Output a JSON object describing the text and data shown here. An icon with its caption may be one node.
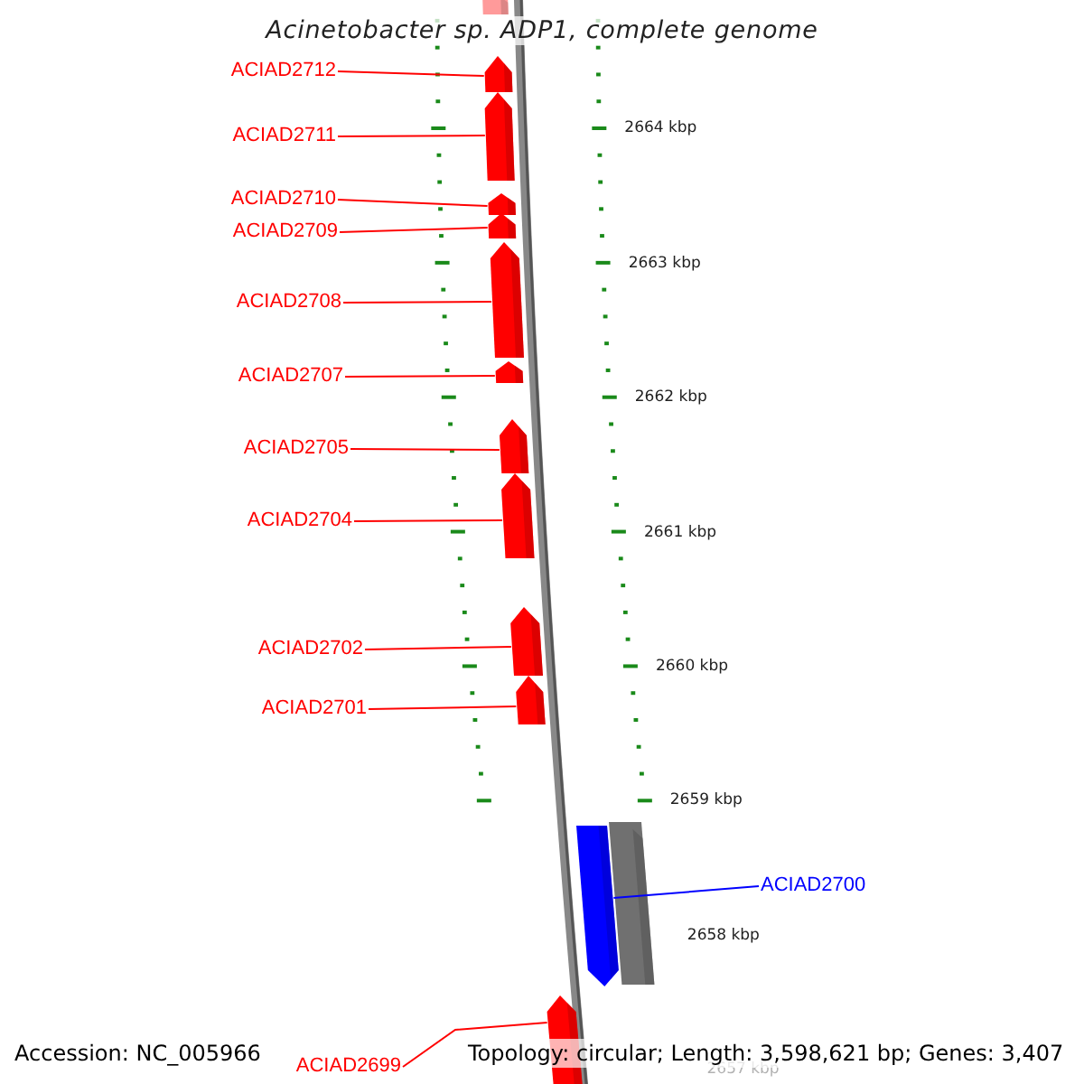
{
  "diagram": {
    "title": "Acinetobacter sp. ADP1, complete genome",
    "nodes": [
      {
        "text": [],
        "shape": "bar"
      },
      {
        "text": [
          "ACIAD2712"
        ]
      },
      {
        "text": [],
        "shape": "pentagon"
      },
      {
        "text": [
          "ACIAD2711"
        ]
      },
      {
        "text": [],
        "shape": "pentagon"
      },
      {
        "text": [
          "ACIAD2710"
        ]
      },
      {
        "text": [],
        "shape": "pentagon"
      },
      {
        "text": [
          "ACIAD2709"
        ]
      },
      {
        "text": [],
        "shape": "pentagon"
      },
      {
        "text": [
          "ACIAD2708"
        ]
      },
      {
        "text": [],
        "shape": "pentagon"
      },
      {
        "text": [
          "ACIAD2707"
        ]
      },
      {
        "text": [],
        "shape": "pentagon"
      },
      {
        "text": [
          "ACIAD2705"
        ]
      },
      {
        "text": [],
        "shape": "pentagon"
      },
      {
        "text": [
          "ACIAD2704"
        ]
      },
      {
        "text": [],
        "shape": "pentagon"
      },
      {
        "text": [
          "ACIAD2702"
        ]
      },
      {
        "text": [],
        "shape": "pentagon"
      },
      {
        "text": [
          "ACIAD2701"
        ]
      },
      {
        "text": [],
        "shape": "pentagon"
      },
      {
        "text": [
          "ACIAD2700"
        ]
      },
      {
        "text": [],
        "shape": "pentagon"
      },
      {
        "text": [],
        "shape": "bar"
      },
      {
        "text": [
          "ACIAD2699"
        ]
      },
      {
        "text": [],
        "shape": "pentagon"
      }
    ],
    "edges": [
      {
        "from": 1,
        "to": 2,
        "arrow": "none"
      },
      {
        "from": 3,
        "to": 4,
        "arrow": "none"
      },
      {
        "from": 5,
        "to": 6,
        "arrow": "none"
      },
      {
        "from": 7,
        "to": 8,
        "arrow": "none"
      },
      {
        "from": 9,
        "to": 10,
        "arrow": "none"
      },
      {
        "from": 11,
        "to": 12,
        "arrow": "none"
      },
      {
        "from": 13,
        "to": 14,
        "arrow": "none"
      },
      {
        "from": 15,
        "to": 16,
        "arrow": "none"
      },
      {
        "from": 17,
        "to": 18,
        "arrow": "none"
      },
      {
        "from": 19,
        "to": 20,
        "arrow": "none"
      },
      {
        "from": 21,
        "to": 22,
        "arrow": "none",
        "color": "#0000ff"
      },
      {
        "from": 24,
        "to": 25,
        "arrow": "none"
      }
    ],
    "labels": [
      "2664 kbp",
      "2663 kbp",
      "2662 kbp",
      "2661 kbp",
      "2660 kbp",
      "2659 kbp",
      "2658 kbp",
      "2657 kbp",
      "Accession: NC_005966",
      "Topology: circular; Length: 3,598,621 bp; Genes: 3,407"
    ]
  }
}
